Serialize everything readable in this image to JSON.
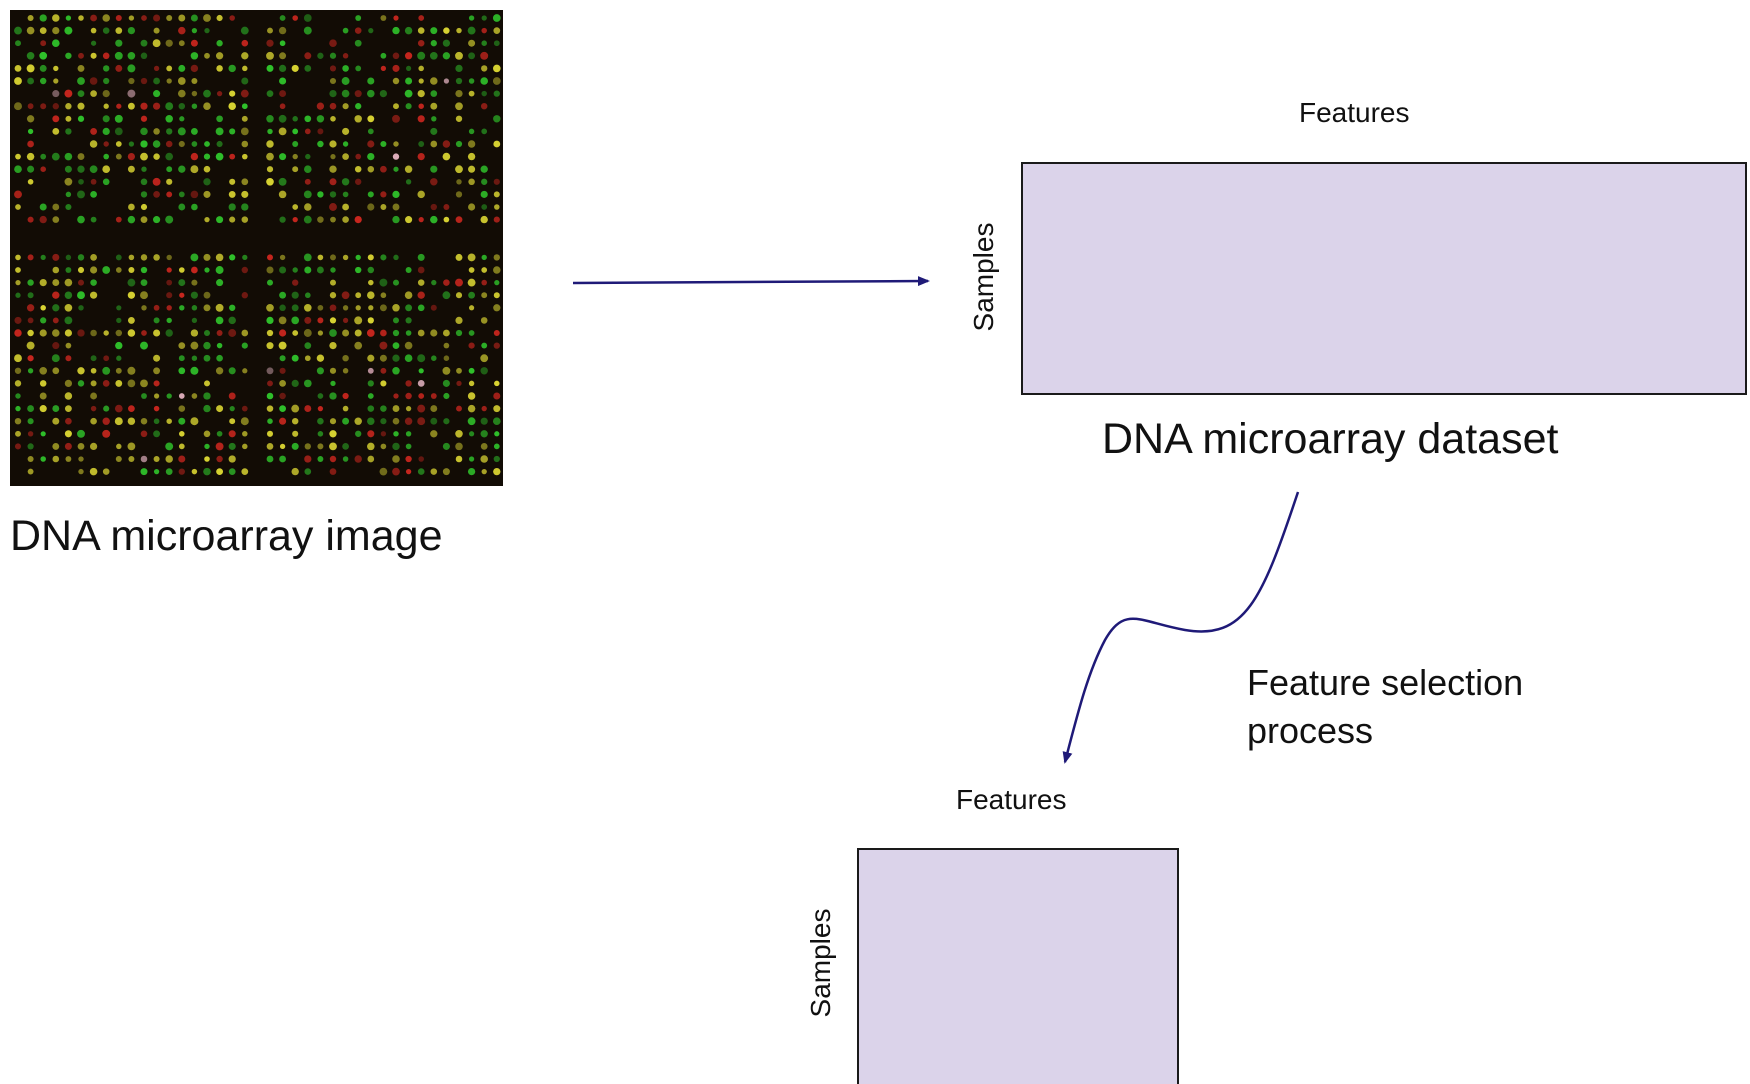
{
  "image": {
    "caption": "DNA microarray image",
    "colors": {
      "background": "#120c05",
      "spot_green": "#2fc02a",
      "spot_yellow": "#d8d332",
      "spot_red": "#c8261e",
      "spot_pink": "#e8b6c4"
    }
  },
  "dataset": {
    "caption": "DNA microarray dataset",
    "features_label": "Features",
    "samples_label": "Samples"
  },
  "process": {
    "line1": "Feature selection",
    "line2": "process"
  },
  "selected": {
    "features_label": "Features",
    "samples_label": "Samples"
  },
  "colors": {
    "matrix_fill": "#dbd3ea",
    "arrow": "#1f1a78"
  }
}
